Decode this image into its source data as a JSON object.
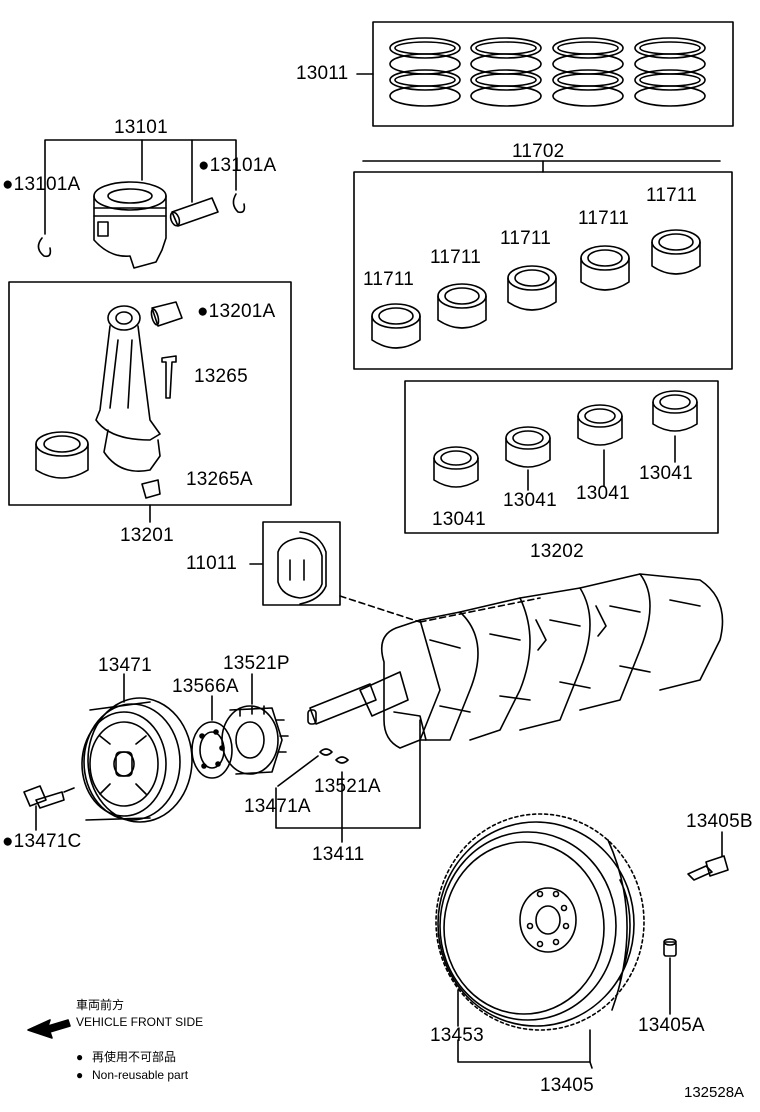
{
  "diagram": {
    "labels": {
      "piston_rings": "13011",
      "piston_assy": "13101",
      "pin_clip_left": "●13101A",
      "pin_clip_right": "●13101A",
      "main_bearing_set": "11702",
      "main_bearing_1": "11711",
      "main_bearing_2": "11711",
      "main_bearing_3": "11711",
      "main_bearing_4": "11711",
      "main_bearing_5": "11711",
      "rod_bushing": "●13201A",
      "rod_bolt": "13265",
      "rod_nut": "13265A",
      "connecting_rod_assy": "13201",
      "thrust_washer": "11011",
      "rod_bearing_1": "13041",
      "rod_bearing_2": "13041",
      "rod_bearing_3": "13041",
      "rod_bearing_4": "13041",
      "rod_bearing_set": "13202",
      "crank_pulley": "13471",
      "crank_timing_gear": "13521P",
      "gear_spacer": "13566A",
      "pulley_key": "13471A",
      "gear_key": "13521A",
      "crankshaft": "13411",
      "pulley_bolt": "●13471C",
      "flywheel_bolt": "13405B",
      "ring_gear": "13453",
      "dowel_pin": "13405A",
      "flywheel_assy": "13405"
    },
    "legend": {
      "front_side_jp": "車両前方",
      "front_side_en": "VEHICLE FRONT SIDE",
      "non_reusable_jp": "再使用不可部品",
      "non_reusable_en": "Non-reusable part",
      "bullet": "●"
    },
    "reference_number": "132528A"
  }
}
